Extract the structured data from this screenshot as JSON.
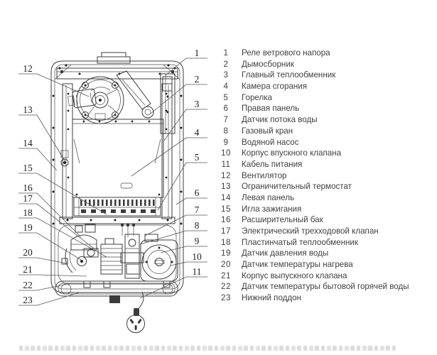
{
  "legend": {
    "items": [
      {
        "num": "1",
        "label": "Реле ветрового напора"
      },
      {
        "num": "2",
        "label": "Дымосборник"
      },
      {
        "num": "3",
        "label": "Главный теплообменник"
      },
      {
        "num": "4",
        "label": "Камера сгорания"
      },
      {
        "num": "5",
        "label": "Горелка"
      },
      {
        "num": "6",
        "label": "Правая панель"
      },
      {
        "num": "7",
        "label": "Датчик потока воды"
      },
      {
        "num": "8",
        "label": "Газовый кран"
      },
      {
        "num": "9",
        "label": "Водяной насос"
      },
      {
        "num": "10",
        "label": "Корпус впускного клапана"
      },
      {
        "num": "11",
        "label": "Кабель питания"
      },
      {
        "num": "12",
        "label": "Вентилятор"
      },
      {
        "num": "13",
        "label": "Ограничительный термостат"
      },
      {
        "num": "14",
        "label": "Левая панель"
      },
      {
        "num": "15",
        "label": "Игла зажигания"
      },
      {
        "num": "16",
        "label": "Расширительный бак"
      },
      {
        "num": "17",
        "label": "Электрический трехходовой клапан"
      },
      {
        "num": "18",
        "label": "Пластинчатый теплообменник"
      },
      {
        "num": "19",
        "label": "Датчик давления воды"
      },
      {
        "num": "20",
        "label": "Датчик температуры нагрева"
      },
      {
        "num": "21",
        "label": "Корпус выпускного клапана"
      },
      {
        "num": "22",
        "label": "Датчик температуры бытовой горячей воды"
      },
      {
        "num": "23",
        "label": "Нижний поддон"
      }
    ]
  },
  "diagram": {
    "callouts_left": [
      "12",
      "13",
      "14",
      "15",
      "16",
      "17",
      "18",
      "19",
      "20",
      "21",
      "22",
      "23"
    ],
    "callouts_right": [
      "1",
      "2",
      "3",
      "4",
      "5",
      "6",
      "7",
      "8",
      "9",
      "10",
      "11"
    ]
  },
  "colors": {
    "line": "#3c3c3c",
    "legend_text": "#3f3f3f",
    "callout_text": "#1f1f1f",
    "caption_gray": "#c9c9ce"
  }
}
